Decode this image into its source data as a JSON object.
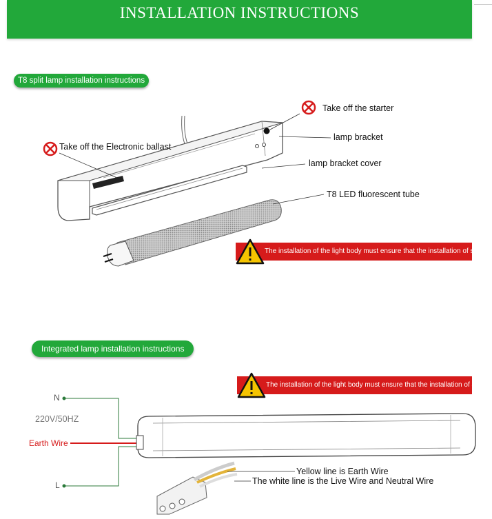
{
  "header": {
    "title": "INSTALLATION INSTRUCTIONS"
  },
  "section1": {
    "pill": "T8 split lamp installation instructions",
    "labels": {
      "starter": "Take off the starter",
      "bracket": "lamp bracket",
      "ballast": "Take off the Electronic ballast",
      "cover": "lamp bracket cover",
      "tube": "T8 LED fluorescent tube"
    },
    "warning": "The installation of the light body must ensure that the installation of solid"
  },
  "section2": {
    "pill": "Integrated lamp installation instructions",
    "warning": "The installation of the light body must ensure that the installation of solid",
    "wiring": {
      "n": "N",
      "voltage": "220V/50HZ",
      "earth": "Earth Wire",
      "l": "L",
      "yellow": "Yellow line is Earth Wire",
      "white": "The white line is the Live Wire and Neutral Wire"
    }
  },
  "colors": {
    "green": "#22a83a",
    "red": "#d61b1b",
    "warning_yellow": "#f5c400"
  }
}
